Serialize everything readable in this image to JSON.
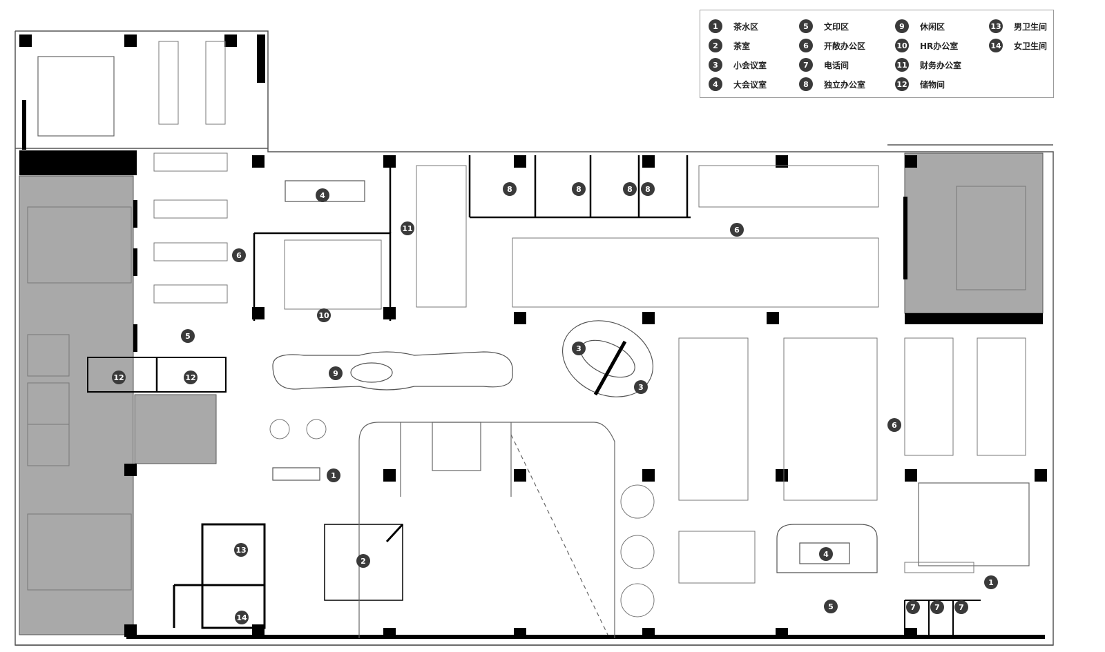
{
  "legend": {
    "items": [
      {
        "num": "1",
        "label": "茶水区"
      },
      {
        "num": "2",
        "label": "茶室"
      },
      {
        "num": "3",
        "label": "小会议室"
      },
      {
        "num": "4",
        "label": "大会议室"
      },
      {
        "num": "5",
        "label": "文印区"
      },
      {
        "num": "6",
        "label": "开敞办公区"
      },
      {
        "num": "7",
        "label": "电话间"
      },
      {
        "num": "8",
        "label": "独立办公室"
      },
      {
        "num": "9",
        "label": "休闲区"
      },
      {
        "num": "10",
        "label": "HR办公室"
      },
      {
        "num": "11",
        "label": "财务办公室"
      },
      {
        "num": "12",
        "label": "储物间"
      },
      {
        "num": "13",
        "label": "男卫生间"
      },
      {
        "num": "14",
        "label": "女卫生间"
      }
    ]
  },
  "plan_markers": [
    "6",
    "5",
    "12",
    "12",
    "4",
    "10",
    "11",
    "9",
    "8",
    "8",
    "8",
    "8",
    "6",
    "3",
    "3",
    "6",
    "1",
    "2",
    "13",
    "14",
    "4",
    "5",
    "1",
    "7",
    "7",
    "7"
  ],
  "colors": {
    "wall": "#000000",
    "core_fill": "#a9a9a9",
    "marker_fill": "#3a3a3a",
    "line": "#555555",
    "furniture": "#666666"
  }
}
